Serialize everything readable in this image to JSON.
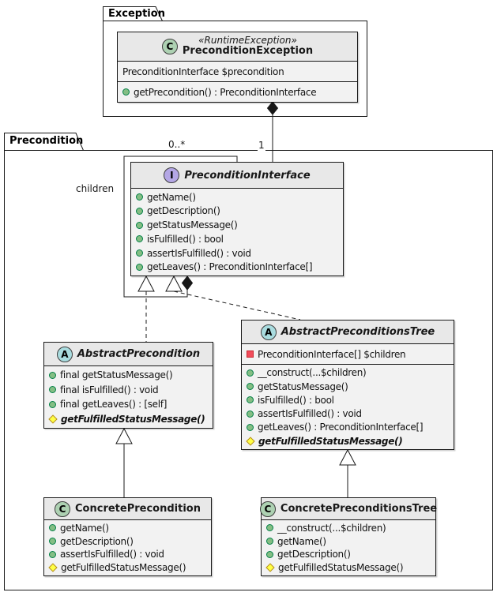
{
  "packages": [
    {
      "name": "Exception"
    },
    {
      "name": "Precondition"
    }
  ],
  "classes": [
    {
      "name": "PreconditionException",
      "spot": "C",
      "kind": "class",
      "stereotype": "«RuntimeException»",
      "fields": [
        {
          "text": "PreconditionInterface $precondition",
          "visibility": "none"
        }
      ],
      "methods": [
        {
          "text": "getPrecondition() : PreconditionInterface",
          "visibility": "public"
        }
      ]
    },
    {
      "name": "PreconditionInterface",
      "spot": "I",
      "kind": "interface",
      "methods": [
        {
          "text": "getName()",
          "visibility": "public"
        },
        {
          "text": "getDescription()",
          "visibility": "public"
        },
        {
          "text": "getStatusMessage()",
          "visibility": "public"
        },
        {
          "text": "isFulfilled() : bool",
          "visibility": "public"
        },
        {
          "text": "assertIsFulfilled() : void",
          "visibility": "public"
        },
        {
          "text": "getLeaves() : PreconditionInterface[]",
          "visibility": "public"
        }
      ]
    },
    {
      "name": "AbstractPrecondition",
      "spot": "A",
      "kind": "abstract",
      "methods": [
        {
          "text": "final getStatusMessage()",
          "visibility": "public"
        },
        {
          "text": "final isFulfilled() : void",
          "visibility": "public"
        },
        {
          "text": "final getLeaves() : [self]",
          "visibility": "public"
        },
        {
          "text": "getFulfilledStatusMessage()",
          "visibility": "protected",
          "abstract": true
        }
      ]
    },
    {
      "name": "AbstractPreconditionsTree",
      "spot": "A",
      "kind": "abstract",
      "fields": [
        {
          "text": "PreconditionInterface[] $children",
          "visibility": "private"
        }
      ],
      "methods": [
        {
          "text": "__construct(...$children)",
          "visibility": "public"
        },
        {
          "text": "getStatusMessage()",
          "visibility": "public"
        },
        {
          "text": "isFulfilled() : bool",
          "visibility": "public"
        },
        {
          "text": "assertIsFulfilled() : void",
          "visibility": "public"
        },
        {
          "text": "getLeaves() : PreconditionInterface[]",
          "visibility": "public"
        },
        {
          "text": "getFulfilledStatusMessage()",
          "visibility": "protected",
          "abstract": true
        }
      ]
    },
    {
      "name": "ConcretePrecondition",
      "spot": "C",
      "kind": "class",
      "methods": [
        {
          "text": "getName()",
          "visibility": "public"
        },
        {
          "text": "getDescription()",
          "visibility": "public"
        },
        {
          "text": "assertIsFulfilled() : void",
          "visibility": "public"
        },
        {
          "text": "getFulfilledStatusMessage()",
          "visibility": "protected"
        }
      ]
    },
    {
      "name": "ConcretePreconditionsTree",
      "spot": "C",
      "kind": "class",
      "methods": [
        {
          "text": "__construct(...$children)",
          "visibility": "public"
        },
        {
          "text": "getName()",
          "visibility": "public"
        },
        {
          "text": "getDescription()",
          "visibility": "public"
        },
        {
          "text": "getFulfilledStatusMessage()",
          "visibility": "protected"
        }
      ]
    }
  ],
  "edge_labels": {
    "children": "children",
    "children_multiplicity": "0..*",
    "exception_multiplicity": "1"
  },
  "colors": {
    "box-fill": "#F2F2F2",
    "header-fill": "#E8E8E8",
    "border": "#181818",
    "class-spot": "#ADD1B2",
    "interface-spot": "#B4A7E5",
    "abstract-spot": "#A9DCDF",
    "public-icon": "#84BE84",
    "protected-icon": "#FFFF44",
    "private-icon": "#F24D5C"
  }
}
